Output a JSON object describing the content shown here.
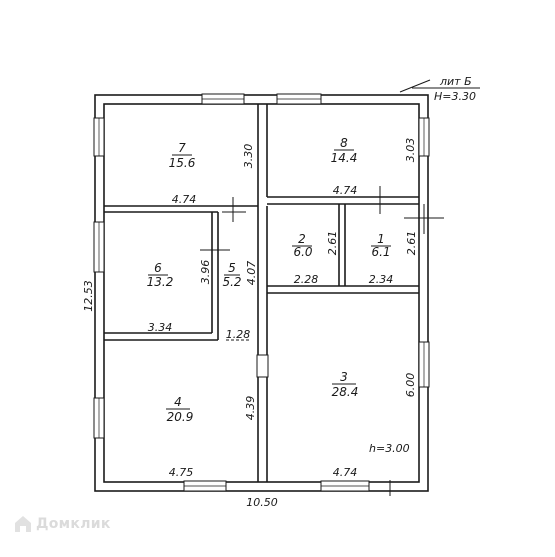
{
  "header": {
    "litera": "лит Б",
    "height": "Н=3.30"
  },
  "rooms": [
    {
      "id": "room-7",
      "number": "7",
      "area": "15.6"
    },
    {
      "id": "room-8",
      "number": "8",
      "area": "14.4"
    },
    {
      "id": "room-6",
      "number": "6",
      "area": "13.2"
    },
    {
      "id": "room-5",
      "number": "5",
      "area": "5.2"
    },
    {
      "id": "room-2",
      "number": "2",
      "area": "6.0"
    },
    {
      "id": "room-1",
      "number": "1",
      "area": "6.1"
    },
    {
      "id": "room-4",
      "number": "4",
      "area": "20.9"
    },
    {
      "id": "room-3",
      "number": "3",
      "area": "28.4"
    }
  ],
  "dimensions": {
    "r7_width": "4.74",
    "r7_height": "3.30",
    "r8_width": "4.74",
    "r8_height": "3.03",
    "r6_width": "3.34",
    "r6_height": "3.96",
    "r5_width": "1.28",
    "r5_height": "4.07",
    "r2_width": "2.28",
    "r2_height": "2.61",
    "r1_width": "2.34",
    "r1_height": "2.61",
    "r4_width": "4.75",
    "r4_height": "4.39",
    "r3_width": "4.74",
    "r3_height": "6.00",
    "total_width": "10.50",
    "total_height": "12.53"
  },
  "ceiling": {
    "height": "h=3.00"
  },
  "watermark": {
    "text": "Домклик"
  }
}
